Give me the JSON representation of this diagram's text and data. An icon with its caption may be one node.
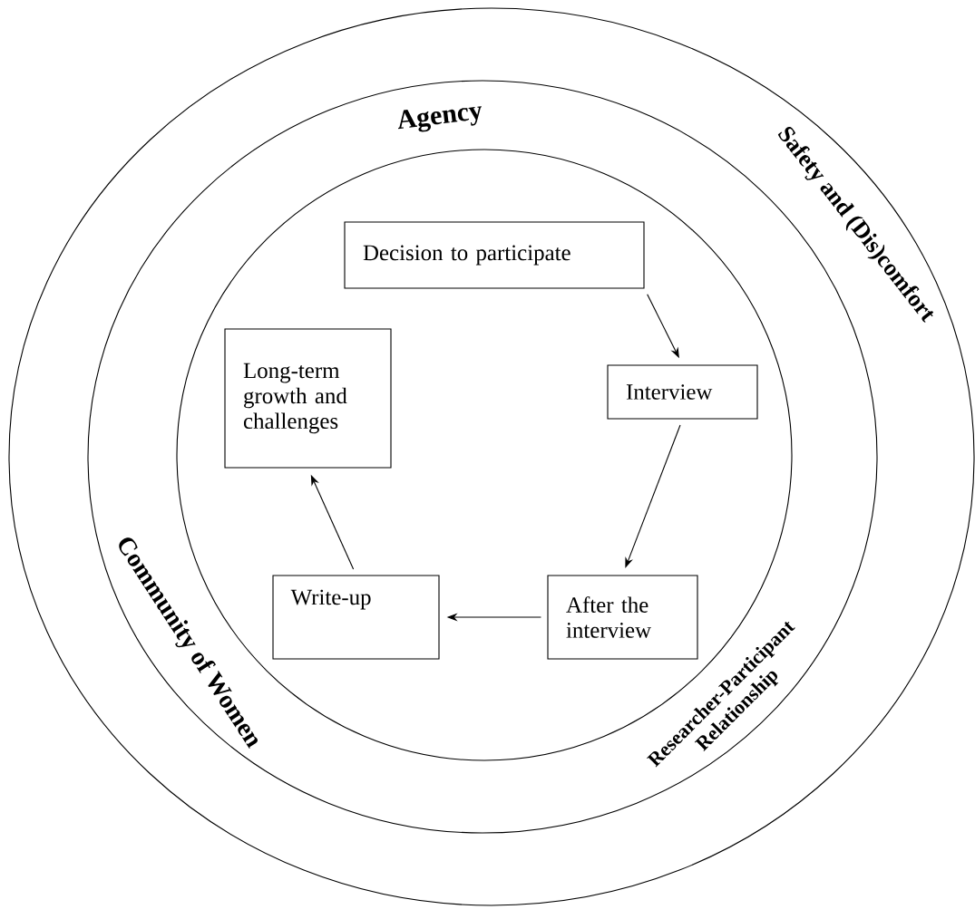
{
  "diagram": {
    "nodes": [
      {
        "text": [
          "Safety and (Dis)comfort"
        ]
      },
      {
        "text": [
          "Agency",
          "Community of Women",
          "Researcher-Participant Relationship"
        ],
        "in": 0
      },
      {
        "text": [],
        "shape": "circle",
        "in": 1
      },
      {
        "text": [
          "Decision to participate"
        ],
        "in": 2
      },
      {
        "text": [
          "Interview"
        ],
        "in": 2
      },
      {
        "text": [
          "After the interview"
        ],
        "in": 2
      },
      {
        "text": [
          "Write-up"
        ],
        "in": 2
      },
      {
        "text": [
          "Long-term growth and challenges"
        ],
        "in": 2
      }
    ],
    "edges": [
      {
        "from": 3,
        "to": 4,
        "arrow": "to"
      },
      {
        "from": 4,
        "to": 5,
        "arrow": "to"
      },
      {
        "from": 5,
        "to": 6,
        "arrow": "to"
      },
      {
        "from": 6,
        "to": 7,
        "arrow": "to"
      }
    ]
  }
}
